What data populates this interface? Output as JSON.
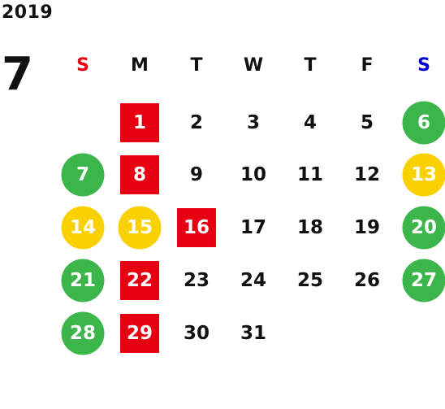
{
  "header": {
    "year": "2019",
    "month": "7"
  },
  "colors": {
    "red": "#e60012",
    "green": "#3cb54a",
    "yellow": "#f9d100",
    "sunday": "#e60012",
    "saturday": "#0000d0"
  },
  "weekdays": [
    "S",
    "M",
    "T",
    "W",
    "T",
    "F",
    "S"
  ],
  "weeks": [
    [
      null,
      {
        "d": "1",
        "style": "red-square"
      },
      {
        "d": "2"
      },
      {
        "d": "3"
      },
      {
        "d": "4"
      },
      {
        "d": "5"
      },
      {
        "d": "6",
        "style": "green-circle"
      }
    ],
    [
      {
        "d": "7",
        "style": "green-circle"
      },
      {
        "d": "8",
        "style": "red-square"
      },
      {
        "d": "9"
      },
      {
        "d": "10"
      },
      {
        "d": "11"
      },
      {
        "d": "12"
      },
      {
        "d": "13",
        "style": "yellow-circle"
      }
    ],
    [
      {
        "d": "14",
        "style": "yellow-circle"
      },
      {
        "d": "15",
        "style": "yellow-circle"
      },
      {
        "d": "16",
        "style": "red-square"
      },
      {
        "d": "17"
      },
      {
        "d": "18"
      },
      {
        "d": "19"
      },
      {
        "d": "20",
        "style": "green-circle"
      }
    ],
    [
      {
        "d": "21",
        "style": "green-circle"
      },
      {
        "d": "22",
        "style": "red-square"
      },
      {
        "d": "23"
      },
      {
        "d": "24"
      },
      {
        "d": "25"
      },
      {
        "d": "26"
      },
      {
        "d": "27",
        "style": "green-circle"
      }
    ],
    [
      {
        "d": "28",
        "style": "green-circle"
      },
      {
        "d": "29",
        "style": "red-square"
      },
      {
        "d": "30"
      },
      {
        "d": "31"
      },
      null,
      null,
      null
    ]
  ]
}
